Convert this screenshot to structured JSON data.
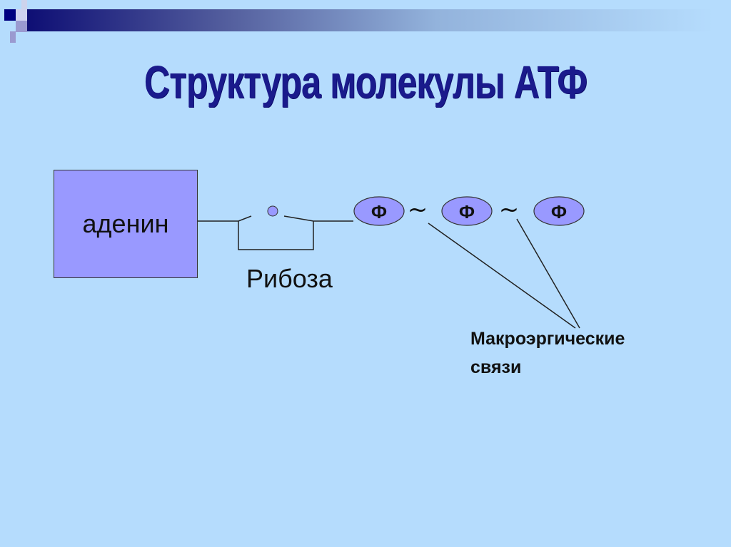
{
  "title": "Структура молекулы АТФ",
  "adenine": "аденин",
  "ribose": "Рибоза",
  "phosphates": [
    "Ф",
    "Ф",
    "Ф"
  ],
  "bond_symbol": "~",
  "bonds_label": [
    "Макроэргические",
    "связи"
  ],
  "colors": {
    "accent": "#9999ff",
    "background": "#b5dcfd",
    "title": "#1a1a8c"
  }
}
